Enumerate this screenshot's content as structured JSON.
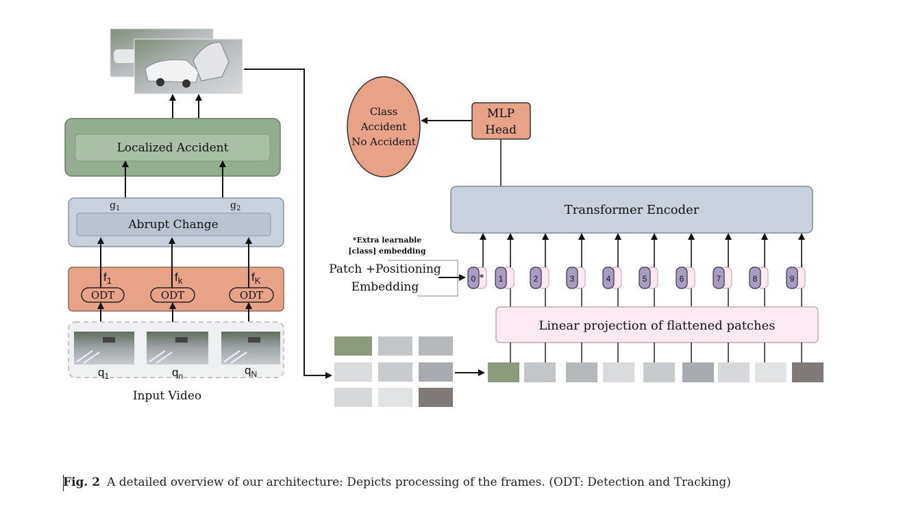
{
  "left_pipeline": {
    "localized_label": "Localized Accident",
    "abrupt_label": "Abrupt Change",
    "g1": "g",
    "g1_sub": "1",
    "g2": "g",
    "g2_sub": "2",
    "odt": [
      "ODT",
      "ODT",
      "ODT"
    ],
    "features": [
      {
        "base": "f",
        "sub": "1"
      },
      {
        "base": "f",
        "sub": "k"
      },
      {
        "base": "f",
        "sub": "K"
      }
    ],
    "queries": [
      {
        "base": "q",
        "sub": "1"
      },
      {
        "base": "q",
        "sub": "n"
      },
      {
        "base": "q",
        "sub": "N"
      }
    ],
    "input_video_label": "Input Video"
  },
  "right_pipeline": {
    "class_ellipse": [
      "Class",
      "Accident",
      "No Accident"
    ],
    "mlp_head": [
      "MLP",
      "Head"
    ],
    "transformer_label": "Transformer Encoder",
    "linear_projection_label": "Linear projection of flattened patches",
    "extra_note": [
      "*Extra learnable",
      "[class] embedding"
    ],
    "patch_embedding": [
      "Patch +Positioning",
      "Embedding"
    ],
    "token_indices": [
      "0",
      "1",
      "2",
      "3",
      "4",
      "5",
      "6",
      "7",
      "8",
      "9"
    ],
    "class_token_star": "*"
  },
  "caption": {
    "label": "Fig. 2",
    "text": "A detailed overview of our architecture: Depicts processing of the frames. (ODT: Detection and Tracking)"
  },
  "colors": {
    "green_fill": "#93ad8f",
    "green_inner": "#a9c0a6",
    "gray_fill": "#c8d1dc",
    "gray_inner": "#b9c4d0",
    "salmon_fill": "#e8a387",
    "pink_fill": "#fceaf2",
    "purple_token": "#a99cc4",
    "stroke_dark": "#555555"
  }
}
